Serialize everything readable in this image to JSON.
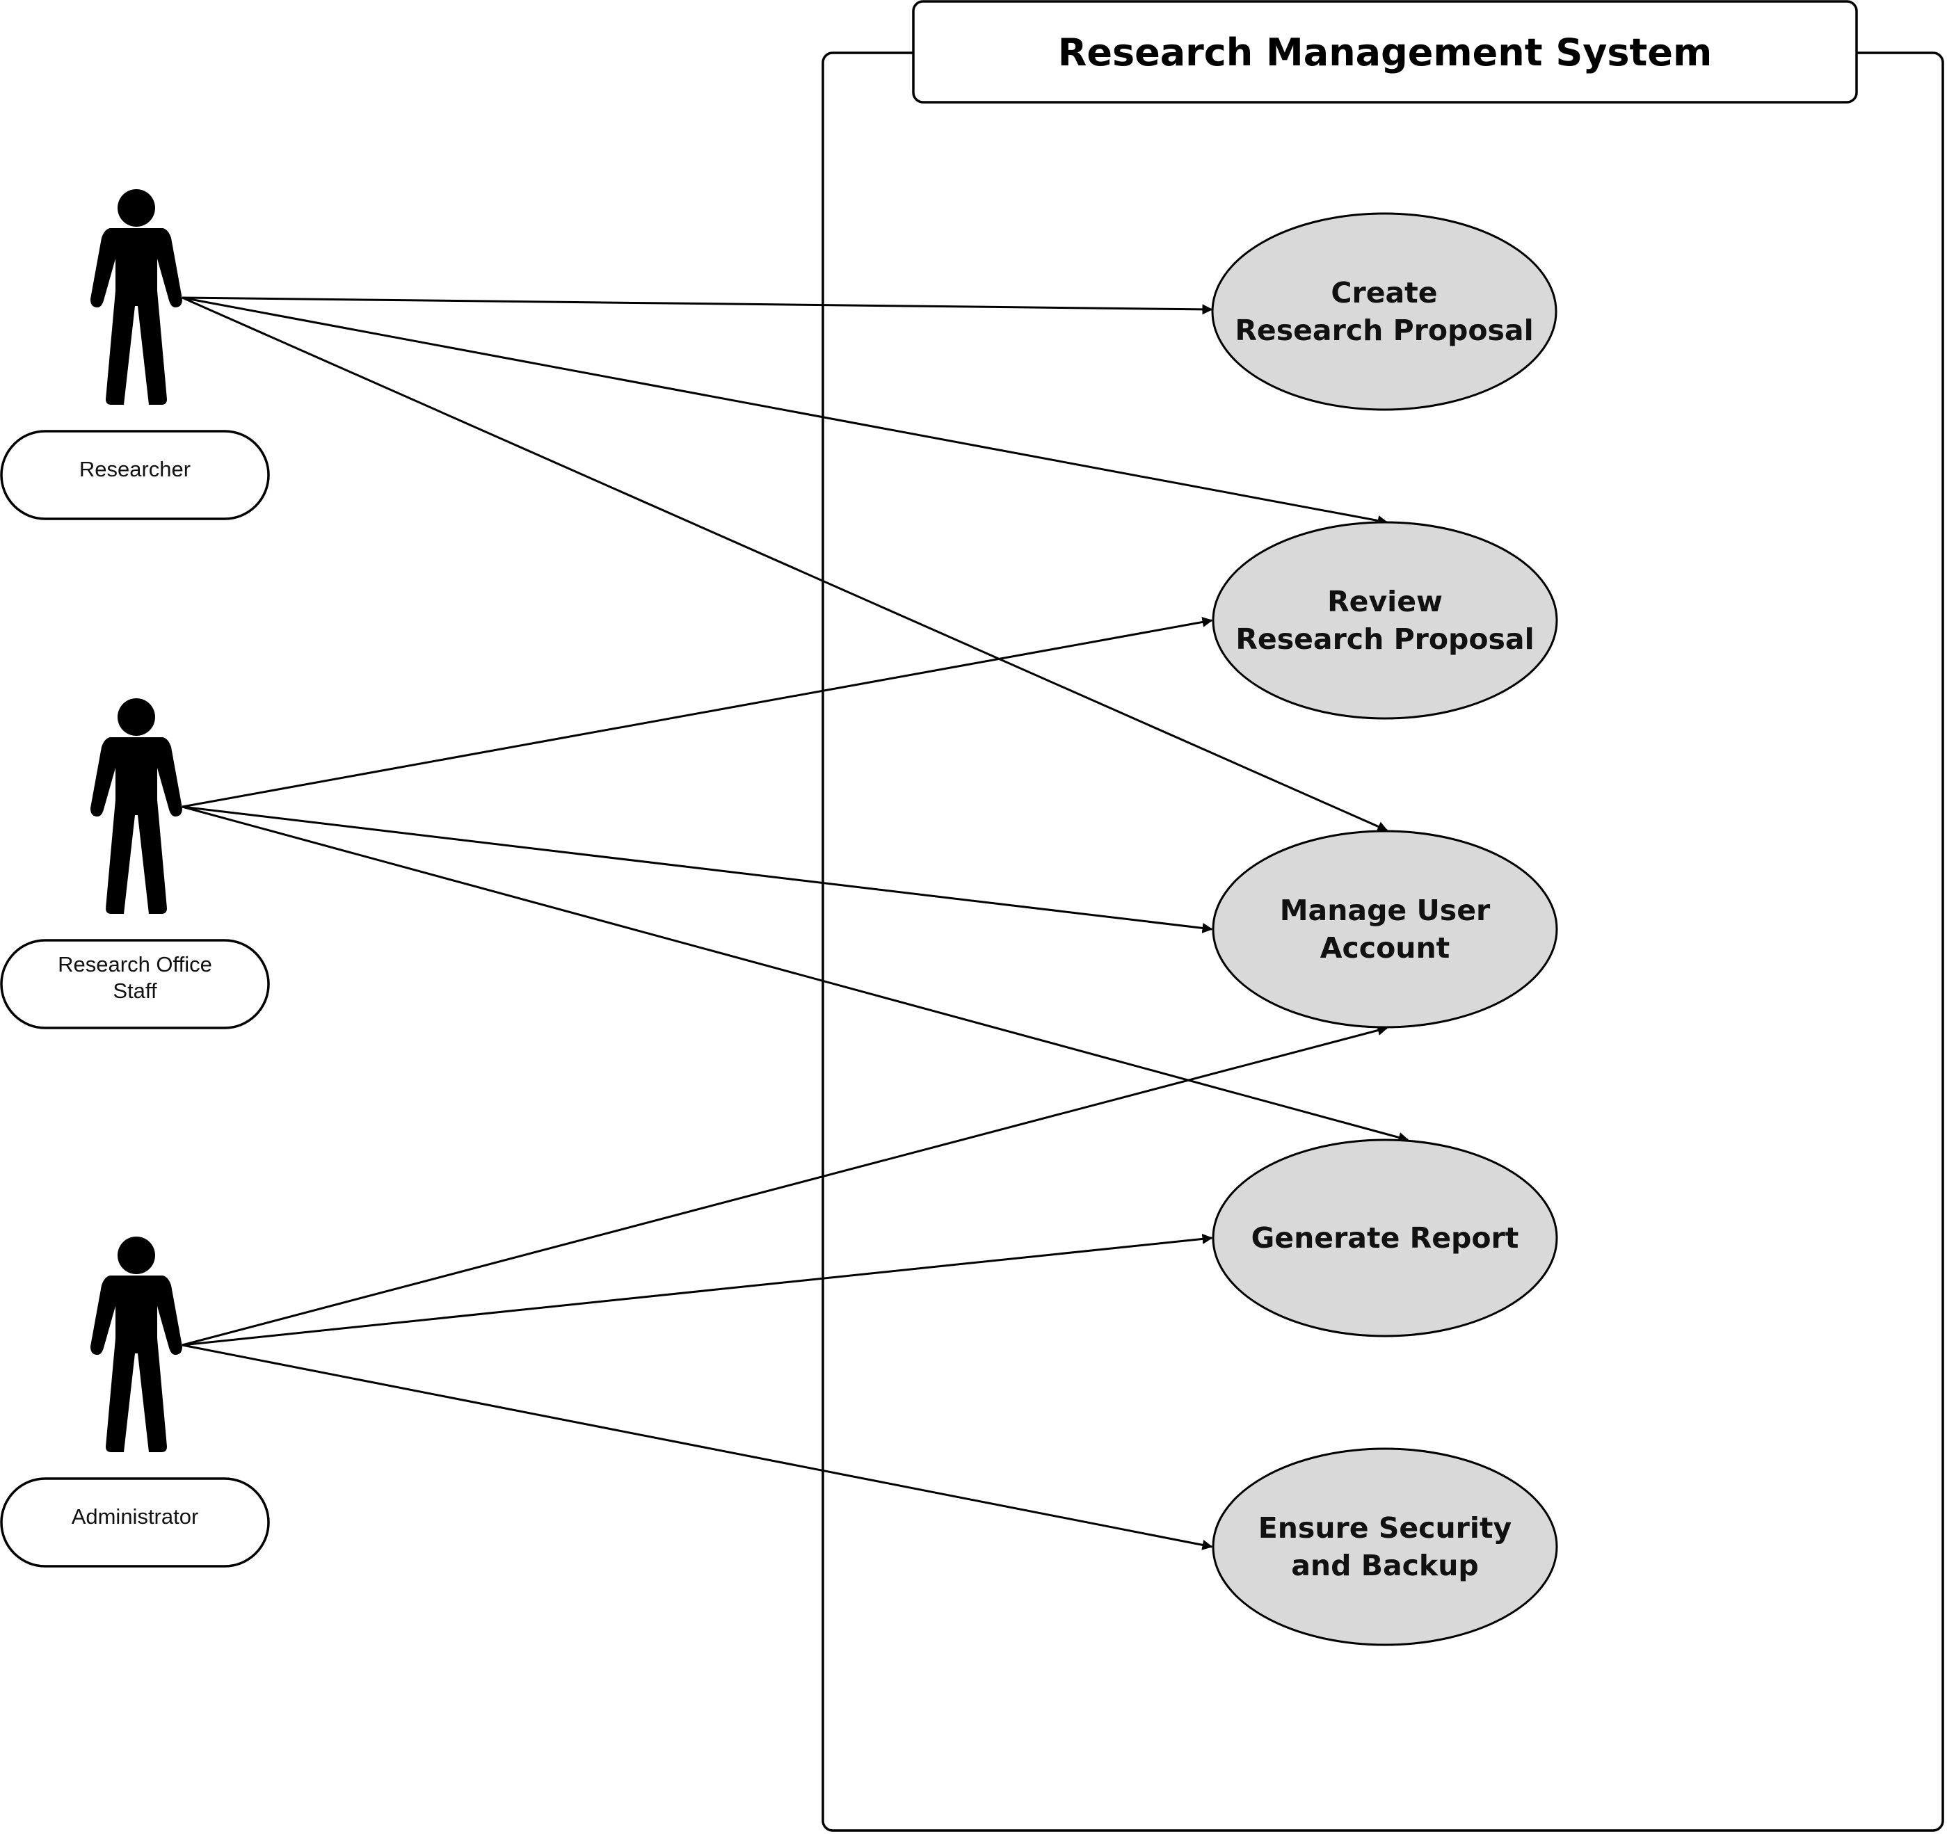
{
  "system": {
    "title": "Research Management System"
  },
  "actors": [
    {
      "id": "researcher",
      "label": [
        "Researcher"
      ]
    },
    {
      "id": "staff",
      "label": [
        "Research Office",
        "Staff"
      ]
    },
    {
      "id": "admin",
      "label": [
        "Administrator"
      ]
    }
  ],
  "use_cases": [
    {
      "id": "create",
      "label": [
        "Create",
        "Research Proposal"
      ]
    },
    {
      "id": "review",
      "label": [
        "Review",
        "Research Proposal"
      ]
    },
    {
      "id": "manage",
      "label": [
        "Manage User",
        "Account"
      ]
    },
    {
      "id": "report",
      "label": [
        "Generate Report"
      ]
    },
    {
      "id": "security",
      "label": [
        "Ensure Security",
        "and Backup"
      ]
    }
  ],
  "associations": [
    {
      "from": "researcher",
      "to": "create"
    },
    {
      "from": "researcher",
      "to": "review"
    },
    {
      "from": "researcher",
      "to": "manage"
    },
    {
      "from": "staff",
      "to": "review"
    },
    {
      "from": "staff",
      "to": "manage"
    },
    {
      "from": "staff",
      "to": "report"
    },
    {
      "from": "admin",
      "to": "manage"
    },
    {
      "from": "admin",
      "to": "report"
    },
    {
      "from": "admin",
      "to": "security"
    }
  ],
  "colors": {
    "use_case_fill": "#d9d9d9",
    "stroke": "#000000",
    "background": "#ffffff"
  }
}
